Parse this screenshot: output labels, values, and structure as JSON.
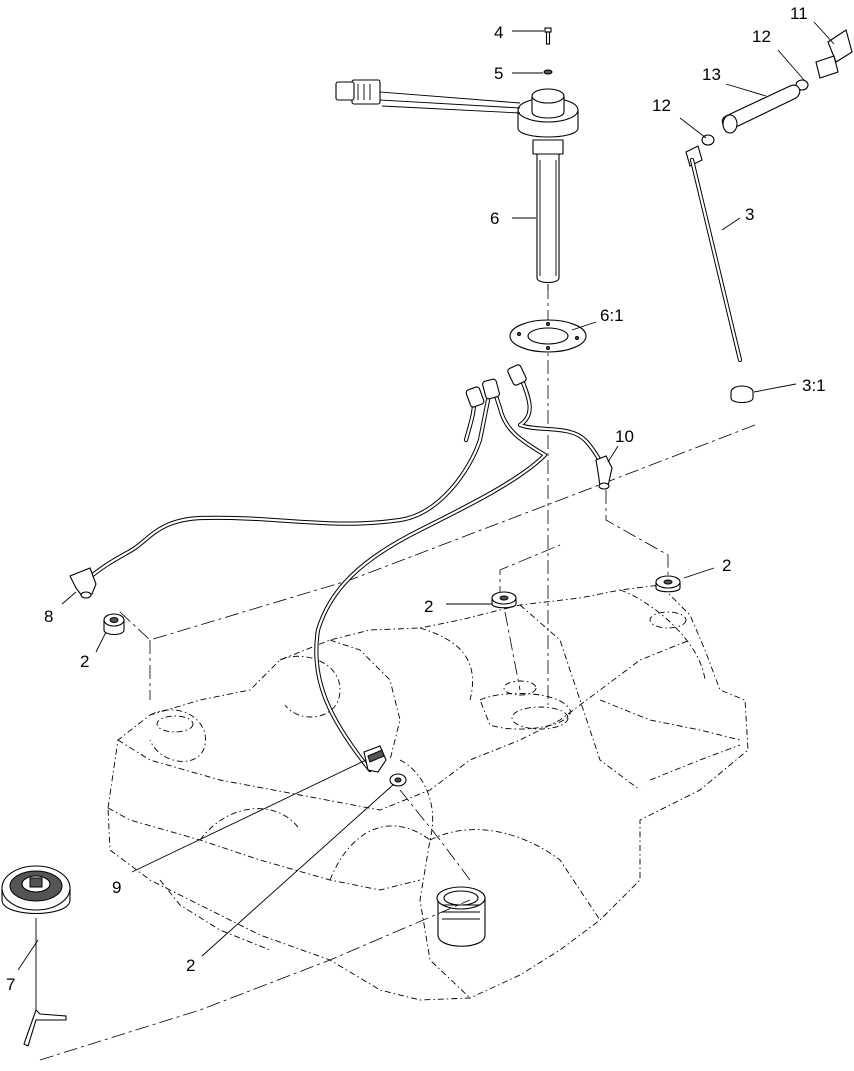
{
  "callouts": {
    "c4": "4",
    "c5": "5",
    "c11": "11",
    "c12a": "12",
    "c13": "13",
    "c12b": "12",
    "c6": "6",
    "c3": "3",
    "c61": "6:1",
    "c31": "3:1",
    "c10": "10",
    "c2a": "2",
    "c2b": "2",
    "c8": "8",
    "c2c": "2",
    "c9": "9",
    "c2d": "2",
    "c7": "7"
  }
}
